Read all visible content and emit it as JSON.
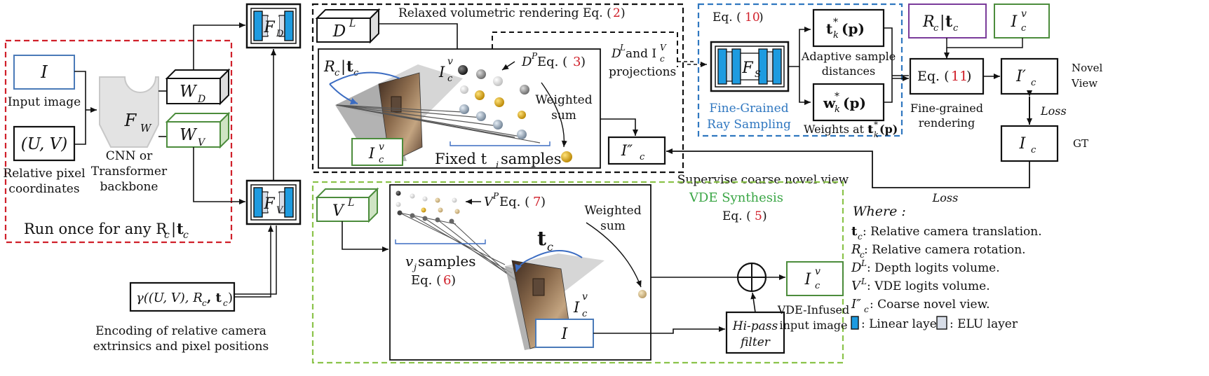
{
  "left": {
    "input_I": "I",
    "input_image": "Input image",
    "uv_box": "(U, V)",
    "rel_pixel_1": "Relative pixel",
    "rel_pixel_2": "coordinates",
    "fw": "F",
    "fw_sub": "W",
    "backbone_1": "CNN or",
    "backbone_2": "Transformer",
    "backbone_3": "backbone",
    "wd": "W",
    "wd_sub": "D",
    "wv": "W",
    "wv_sub": "V",
    "run_once": "Run once for any R",
    "run_once_rc_sub": "c",
    "run_once_t": "t",
    "run_once_t_sub": "c",
    "fd": "F",
    "fd_sub": "D",
    "fv": "F",
    "fv_sub": "V",
    "gamma": "γ((U, V), R",
    "gamma_c": "c",
    "gamma_t": ", t",
    "gamma_tc": "c",
    "gamma_end": ")",
    "encoding_1": "Encoding of relative camera",
    "encoding_2": "extrinsics and pixel positions"
  },
  "top_mid": {
    "dl": "D",
    "dl_sup": "L",
    "relaxed_text": "Relaxed volumetric rendering Eq. (",
    "relaxed_num": "2",
    "relaxed_close": ")",
    "rc": "R",
    "rc_sub": "c",
    "tc": "t",
    "tc_sub": "c",
    "icv2": "I",
    "icv2_sub": "c",
    "icv2_sup": "v",
    "dp": "D",
    "dp_sup": "P",
    "dp_eq": " Eq. (",
    "dp_num": "3",
    "dp_close": ")",
    "weighted": "Weighted",
    "sum": "sum",
    "fixed": "Fixed t",
    "fixed_sub": "i",
    "fixed_end": " samples",
    "icv_box": "I",
    "icv_box_sub": "c",
    "icv_box_sup": "v",
    "dl_iv_1a": "D",
    "dl_iv_1b": "L",
    "dl_iv_1c": " and I",
    "dl_iv_1d": "c",
    "dl_iv_1e": "V",
    "dl_iv_2": "projections",
    "coarse_box": "I″",
    "coarse_box_sub": "c",
    "supervise": "Supervise coarse novel view"
  },
  "sampling": {
    "eq": "Eq. (",
    "eq_num": "10",
    "eq_close": ")",
    "fs": "F",
    "fs_sub": "S",
    "fine_1": "Fine-Grained",
    "fine_2": "Ray Sampling",
    "tk": "t",
    "tk_sub": "k",
    "tk_sup": "*",
    "tk_p": "(p)",
    "adaptive_1": "Adaptive sample",
    "adaptive_2": "distances",
    "wk": "w",
    "wk_sub": "k",
    "wk_sup": "*",
    "wk_p": "(p)",
    "weights_at": "Weights at t",
    "weights_at_sub": "k",
    "weights_at_sup": "*",
    "weights_at_p": "(p)"
  },
  "right": {
    "rct": "R",
    "rct_sub": "c",
    "rct_t": "t",
    "rct_t_sub": "c",
    "icv": "I",
    "icv_sub": "c",
    "icv_sup": "v",
    "eq11": "Eq. (",
    "eq11_num": "11",
    "eq11_close": ")",
    "fine_render_1": "Fine-grained",
    "fine_render_2": "rendering",
    "icp": "I′",
    "icp_sub": "c",
    "novel_1": "Novel",
    "novel_2": "View",
    "loss": "Loss",
    "ic": "I",
    "ic_sub": "c",
    "gt": "GT",
    "loss2": "Loss"
  },
  "bottom": {
    "vl": "V",
    "vl_sup": "L",
    "vp": "V",
    "vp_sup": "P",
    "vp_eq": " Eq. (",
    "vp_num": "7",
    "vp_close": ")",
    "vj": "v",
    "vj_sub": "j",
    "vj_end": " samples",
    "eq6": "Eq. (",
    "eq6_num": "6",
    "eq6_close": ")",
    "tc": "t",
    "tc_sub": "c",
    "icv": "I",
    "icv_sub": "c",
    "icv_sup": "v",
    "weighted": "Weighted",
    "sum": "sum",
    "vde_synth": "VDE Synthesis",
    "eq5": "Eq. (",
    "eq5_num": "5",
    "eq5_close": ")",
    "input_I": "I",
    "hipass_1": "Hi-pass",
    "hipass_2": "filter",
    "out": "I",
    "out_sub": "c",
    "out_sup": "v",
    "vde_infused_1": "VDE-Infused",
    "vde_infused_2": "input image"
  },
  "legend": {
    "where": "Where :",
    "l1a": "t",
    "l1b": "c",
    "l1c": ": Relative camera translation.",
    "l2a": "R",
    "l2b": "c",
    "l2c": ": Relative camera rotation.",
    "l3a": "D",
    "l3b": "L",
    "l3c": ": Depth logits volume.",
    "l4a": "V",
    "l4b": "L",
    "l4c": ": VDE logits volume.",
    "l5a": "I″",
    "l5b": "c",
    "l5c": ": Coarse novel view.",
    "l6a": ": Linear layer,",
    "l6b": ": ELU layer"
  },
  "colors": {
    "red_dash": "#d0202a",
    "black_dash": "#111111",
    "blue_dash": "#2f77c0",
    "green_dash": "#8bc34a",
    "linear_blue": "#1e9be0",
    "elu_gray": "#d8dee8",
    "input_box_blue": "#4a7ab8",
    "w_green": "#4c8c3c",
    "purple": "#7a3b9a",
    "eq_red": "#d0202a",
    "fine_blue": "#2f77c0",
    "vde_green": "#3aa645"
  }
}
